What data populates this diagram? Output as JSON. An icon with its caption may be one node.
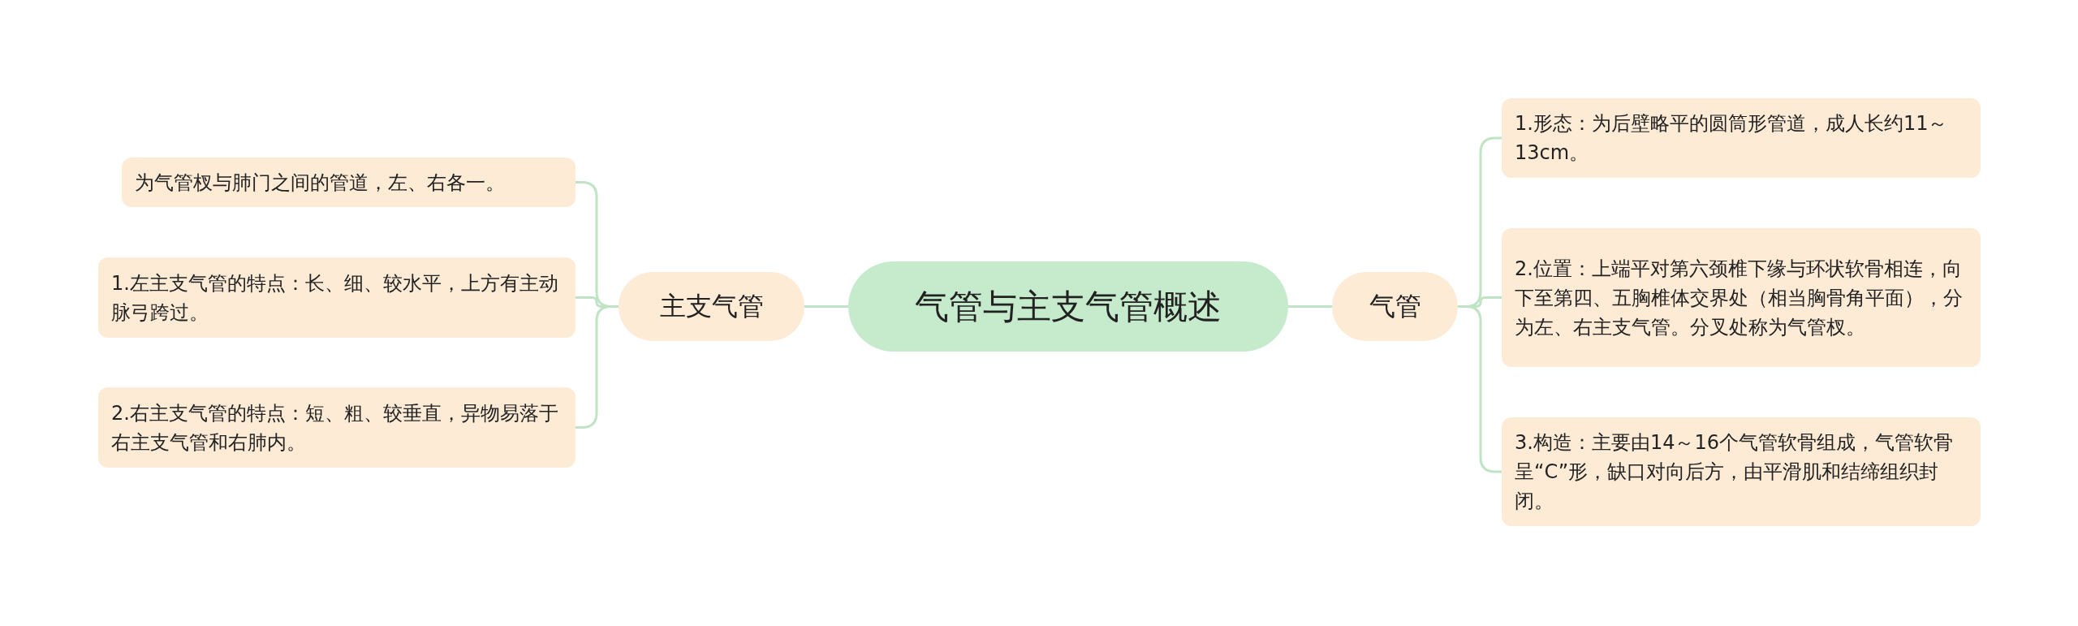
{
  "diagram": {
    "nodes": [
      {
        "text": [
          "气管与主支气管概述"
        ]
      },
      {
        "text": [
          "主支气管"
        ]
      },
      {
        "text": [
          "为气管杈与肺门之间的管道，左、右各一。"
        ]
      },
      {
        "text": [
          "1.左主支气管的特点：长、细、较水平，上方有主动脉弓跨过。"
        ]
      },
      {
        "text": [
          "2.右主支气管的特点：短、粗、较垂直，异物易落于右主支气管和右肺内。"
        ]
      },
      {
        "text": [
          "气管"
        ]
      },
      {
        "text": [
          "1.形态：为后壁略平的圆筒形管道，成人长约11～13cm。"
        ]
      },
      {
        "text": [
          "2.位置：上端平对第六颈椎下缘与环状软骨相连，向下至第四、五胸椎体交界处（相当胸骨角平面），分为左、右主支气管。分叉处称为气管杈。"
        ]
      },
      {
        "text": [
          "3.构造：主要由14～16个气管软骨组成，气管软骨呈“C”形，缺口对向后方，由平滑肌和结缔组织封闭。"
        ]
      }
    ],
    "edges": [
      {
        "from": 0,
        "to": 1,
        "arrow": "none"
      },
      {
        "from": 1,
        "to": 2,
        "arrow": "none"
      },
      {
        "from": 1,
        "to": 3,
        "arrow": "none"
      },
      {
        "from": 1,
        "to": 4,
        "arrow": "none"
      },
      {
        "from": 0,
        "to": 5,
        "arrow": "none"
      },
      {
        "from": 5,
        "to": 6,
        "arrow": "none"
      },
      {
        "from": 5,
        "to": 7,
        "arrow": "none"
      },
      {
        "from": 5,
        "to": 8,
        "arrow": "none"
      }
    ]
  }
}
